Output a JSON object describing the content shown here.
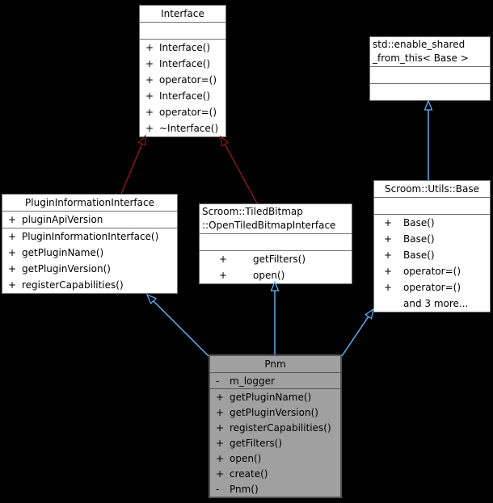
{
  "colors": {
    "background": "#000000",
    "node_fill": "#ffffff",
    "node_border": "#6f6f6f",
    "focus_node_fill": "#a0a0a0",
    "focus_node_border": "#565656",
    "inheritance_blue": "#63B8FF",
    "inheritance_red": "#8B1A1A"
  },
  "classes": {
    "interface": {
      "title": "Interface",
      "methods": [
        {
          "sign": "+",
          "name": "Interface()"
        },
        {
          "sign": "+",
          "name": "Interface()"
        },
        {
          "sign": "+",
          "name": "operator=()"
        },
        {
          "sign": "+",
          "name": "Interface()"
        },
        {
          "sign": "+",
          "name": "operator=()"
        },
        {
          "sign": "+",
          "name": "~Interface()"
        }
      ]
    },
    "enableShared": {
      "title_lines": {
        "0": "std::enable_shared",
        "1": "_from_this< Base >"
      }
    },
    "utilsBase": {
      "title": "Scroom::Utils::Base",
      "methods": [
        {
          "sign": "+",
          "name": "Base()"
        },
        {
          "sign": "+",
          "name": "Base()"
        },
        {
          "sign": "+",
          "name": "Base()"
        },
        {
          "sign": "+",
          "name": "operator=()"
        },
        {
          "sign": "+",
          "name": "operator=()"
        },
        {
          "sign": "",
          "name": "and 3 more..."
        }
      ]
    },
    "pluginInfo": {
      "title": "PluginInformationInterface",
      "attrs": [
        {
          "sign": "+",
          "name": "pluginApiVersion"
        }
      ],
      "methods": [
        {
          "sign": "+",
          "name": "PluginInformationInterface()"
        },
        {
          "sign": "+",
          "name": "getPluginName()"
        },
        {
          "sign": "+",
          "name": "getPluginVersion()"
        },
        {
          "sign": "+",
          "name": "registerCapabilities()"
        }
      ]
    },
    "openTiled": {
      "title_lines": {
        "0": "Scroom::TiledBitmap",
        "1": "::OpenTiledBitmapInterface"
      },
      "methods": [
        {
          "sign": "+",
          "name": "getFilters()"
        },
        {
          "sign": "+",
          "name": "open()"
        }
      ]
    },
    "pnm": {
      "title": "Pnm",
      "attrs": [
        {
          "sign": "-",
          "name": "m_logger"
        }
      ],
      "methods": [
        {
          "sign": "+",
          "name": "getPluginName()"
        },
        {
          "sign": "+",
          "name": "getPluginVersion()"
        },
        {
          "sign": "+",
          "name": "registerCapabilities()"
        },
        {
          "sign": "+",
          "name": "getFilters()"
        },
        {
          "sign": "+",
          "name": "open()"
        },
        {
          "sign": "+",
          "name": "create()"
        },
        {
          "sign": "-",
          "name": "Pnm()"
        }
      ]
    }
  }
}
